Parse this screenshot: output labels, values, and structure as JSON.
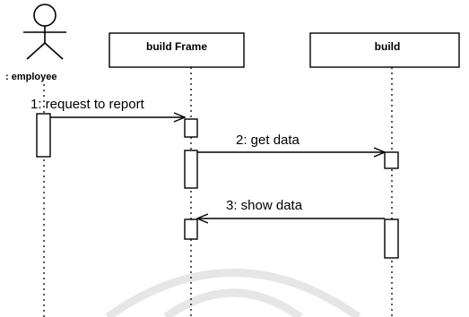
{
  "actor": {
    "label": ": employee"
  },
  "objects": [
    {
      "id": "frame",
      "label": "build Frame"
    },
    {
      "id": "build",
      "label": "build"
    }
  ],
  "messages": [
    {
      "label": "1: request to report",
      "from": "employee",
      "to": "build Frame"
    },
    {
      "label": "2:  get data",
      "from": "build Frame",
      "to": "build"
    },
    {
      "label": "3:  show data",
      "from": "build",
      "to": "build Frame"
    }
  ],
  "colors": {
    "line": "#000000",
    "background": "#ffffff",
    "watermark": "#e6e6e6"
  }
}
